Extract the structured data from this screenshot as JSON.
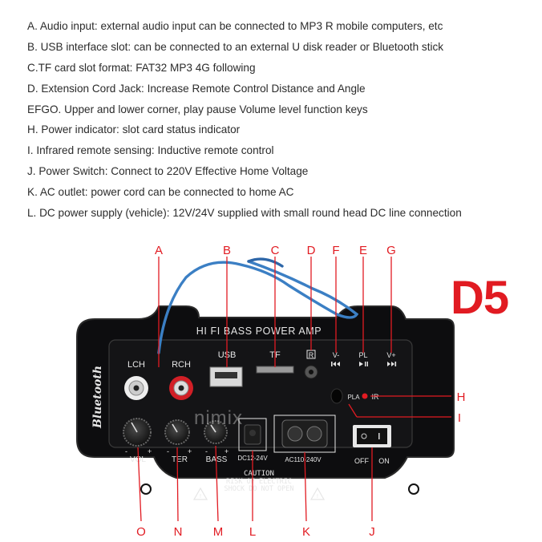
{
  "descriptions": [
    "A. Audio input: external audio input can be connected to MP3 R mobile computers, etc",
    "B. USB interface slot: can be connected to an external U disk reader or Bluetooth stick",
    "C.TF card slot format: FAT32 MP3 4G following",
    "D. Extension Cord Jack: Increase Remote Control Distance and Angle",
    "EFGO. Upper and lower corner, play pause Volume level function keys",
    "H. Power indicator: slot card status indicator",
    "I. Infrared remote sensing: Inductive remote control",
    "J. Power Switch: Connect to 220V Effective Home Voltage",
    "K. AC outlet: power cord can be connected to home AC",
    "L. DC power supply (vehicle): 12V/24V supplied with small round head DC line connection"
  ],
  "model": "D5",
  "callouts": {
    "top": [
      "A",
      "B",
      "C",
      "D",
      "F",
      "E",
      "G"
    ],
    "right": [
      "H",
      "I"
    ],
    "bottom": [
      "O",
      "N",
      "M",
      "L",
      "K",
      "J"
    ]
  },
  "board": {
    "title": "HI FI BASS POWER AMP",
    "bluetooth": "Bluetooth",
    "lch": "LCH",
    "rch": "RCH",
    "usb": "USB",
    "tf": "TF",
    "r_symbol": "R",
    "key_prev": "V-",
    "key_play": "PL",
    "key_next": "V+",
    "pla": "PLA",
    "ir": "IR",
    "vol": "VOL",
    "ter": "TER",
    "bass": "BASS",
    "minus": "-",
    "plus": "+",
    "dc": "DC12-24V",
    "ac": "AC110-240V",
    "off": "OFF",
    "on": "ON",
    "caution": "CAUTION",
    "risk1": "RISK OF ELECTRIC",
    "risk2": "SHOCK DO NOT OPEN",
    "watermark": "nimix"
  },
  "colors": {
    "callout": "#e11b22",
    "board": "#0d0d0f",
    "panel_text": "#e6e6e6",
    "wire": "#3b7fc4"
  }
}
